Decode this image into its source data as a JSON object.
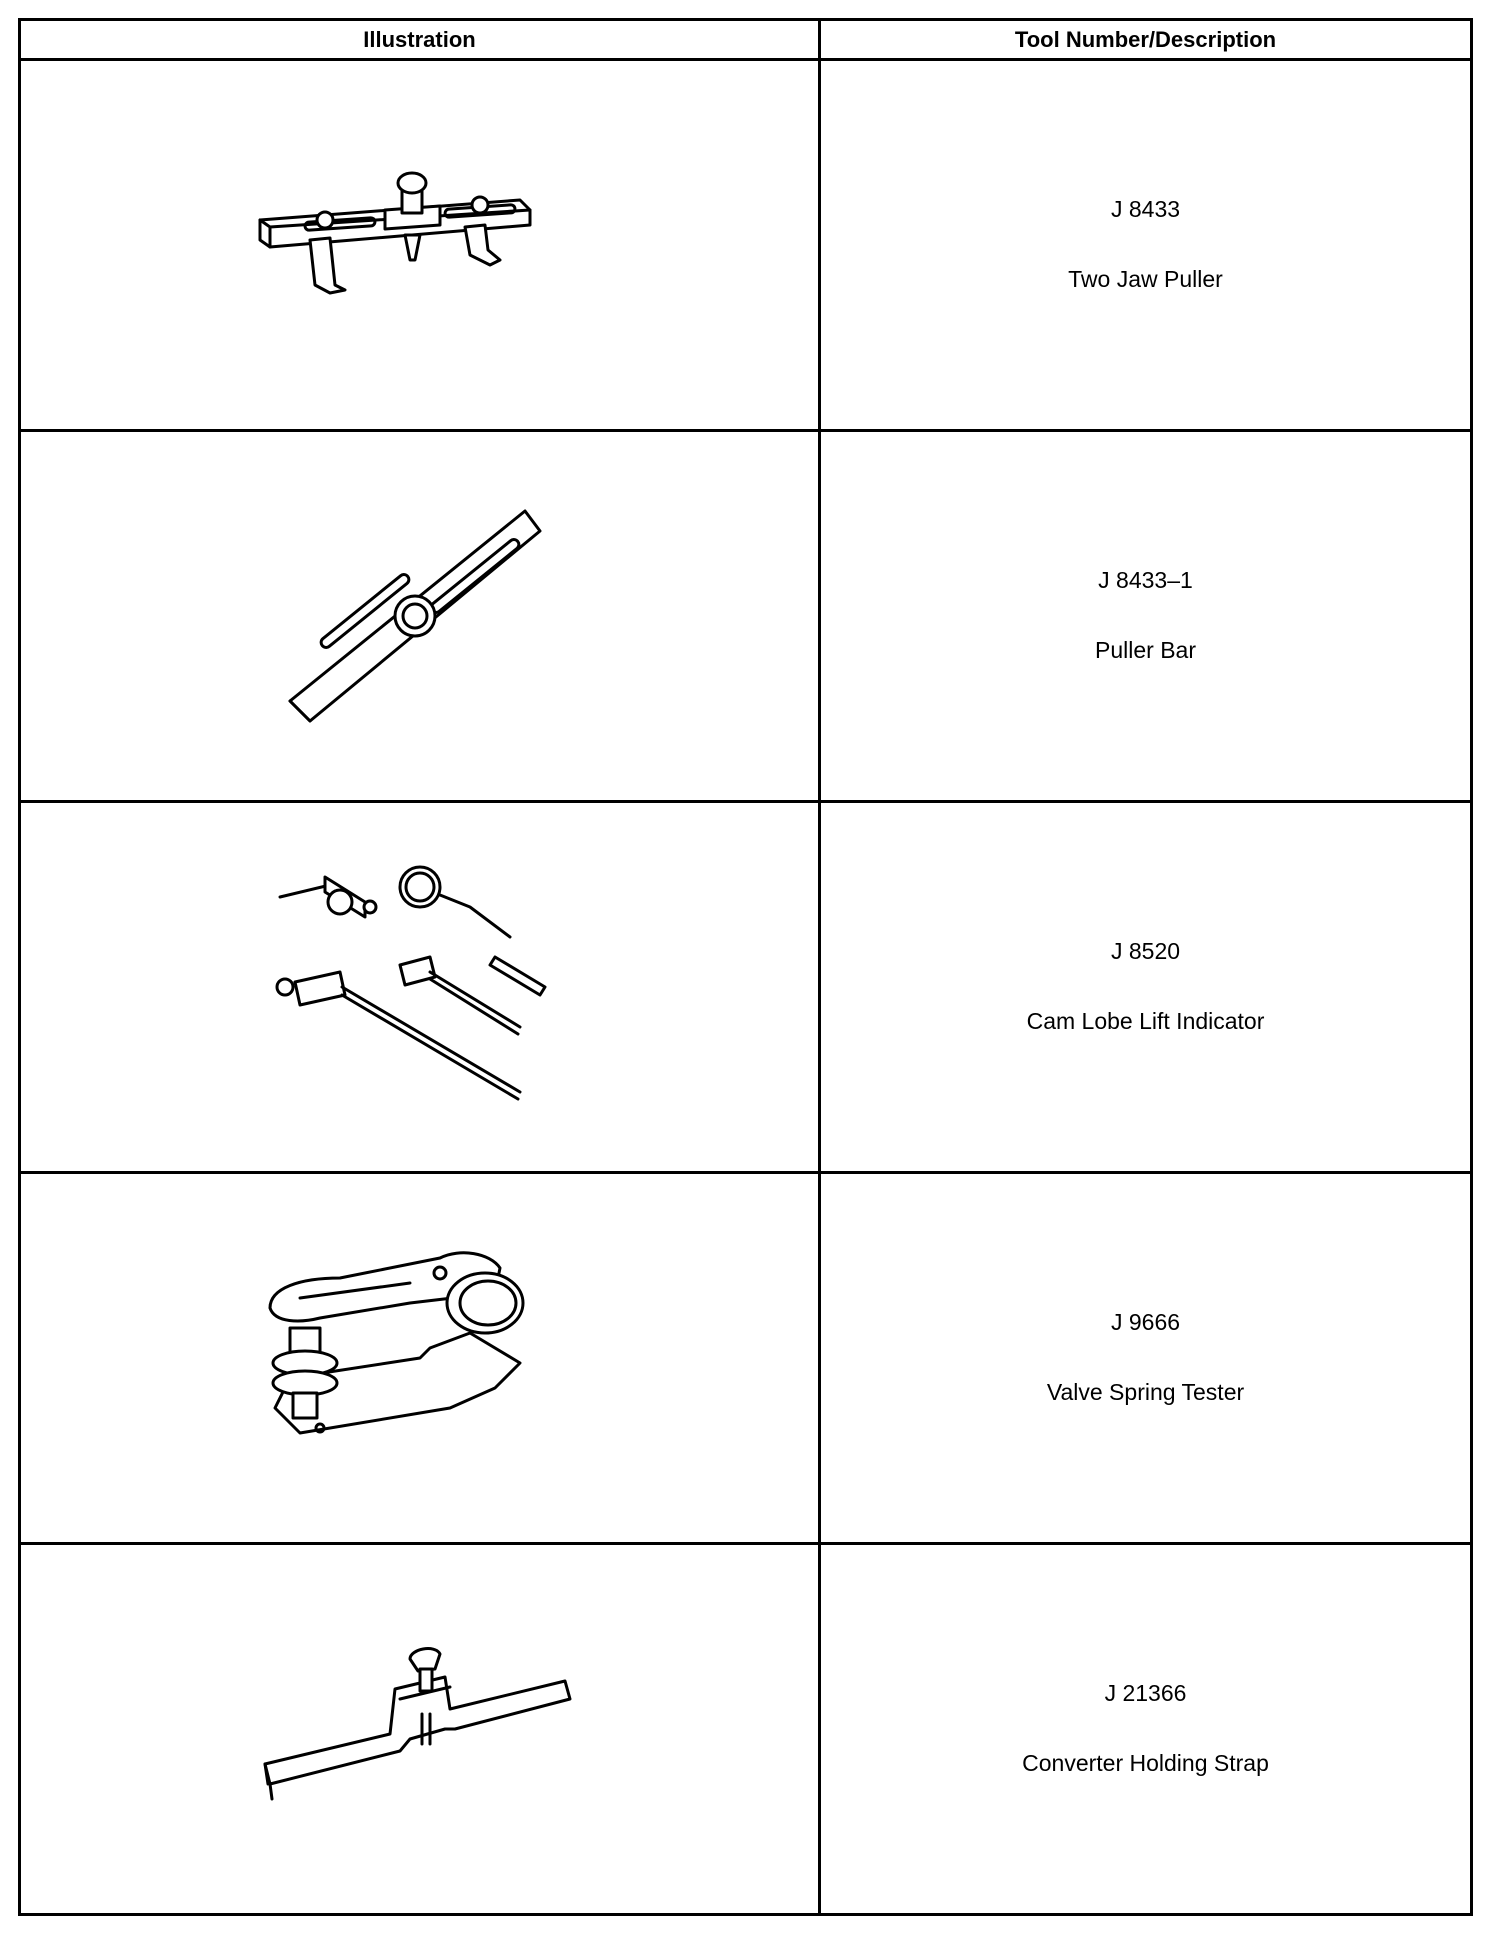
{
  "table": {
    "headers": {
      "illustration": "Illustration",
      "description": "Tool Number/Description"
    },
    "rows": [
      {
        "tool_number": "J 8433",
        "description": "Two Jaw Puller",
        "illustration_icon": "two-jaw-puller-drawing"
      },
      {
        "tool_number": "J 8433–1",
        "description": "Puller Bar",
        "illustration_icon": "puller-bar-drawing"
      },
      {
        "tool_number": "J 8520",
        "description": "Cam Lobe Lift Indicator",
        "illustration_icon": "cam-lobe-lift-indicator-drawing"
      },
      {
        "tool_number": "J 9666",
        "description": "Valve Spring Tester",
        "illustration_icon": "valve-spring-tester-drawing"
      },
      {
        "tool_number": "J 21366",
        "description": "Converter Holding Strap",
        "illustration_icon": "converter-holding-strap-drawing"
      }
    ]
  }
}
